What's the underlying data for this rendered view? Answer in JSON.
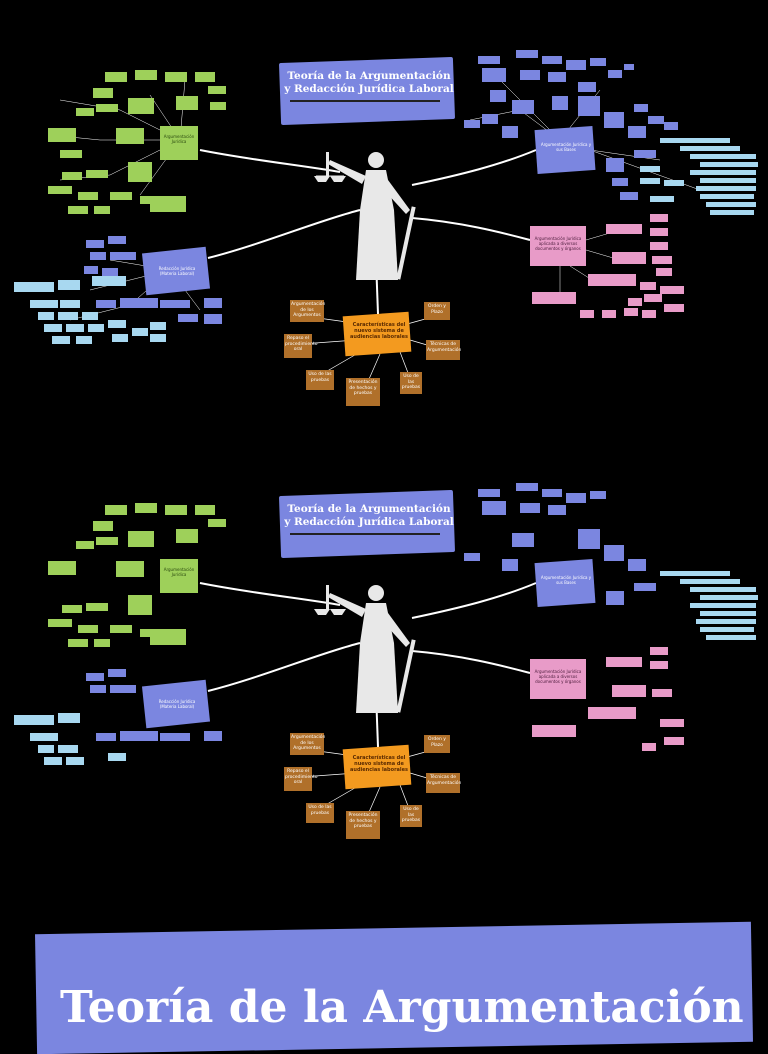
{
  "title_line1": "Teoría de la Argumentación",
  "title_line2": "y Redacción Jurídica Laboral",
  "center_topic": "Características del nuevo sistema de audiencias laborales",
  "orange_nodes": [
    {
      "id": "o1",
      "label": "Argumentación de los Argumentos"
    },
    {
      "id": "o2",
      "label": "Orden y Plazo"
    },
    {
      "id": "o3",
      "label": "Repaso el procedimiento oral"
    },
    {
      "id": "o4",
      "label": "Técnicas de Argumentación"
    },
    {
      "id": "o5",
      "label": "Uso de las pruebas"
    },
    {
      "id": "o6",
      "label": "Presentación de hechos y pruebas"
    },
    {
      "id": "o7",
      "label": "Uso de las pruebas"
    }
  ],
  "hub_labels": {
    "pink": "Argumentación Jurídica aplicada a diversos documentos y órganos",
    "blue": "Argumentación Jurídica y sus Bases",
    "lavender": "Redacción Jurídica (Materia Laboral)",
    "green": "Argumentación Jurídica"
  },
  "banner_title": "Teoría de la Argumentación",
  "colors": {
    "background": "#000000",
    "title_card": "#7b86e0",
    "green_branch": "#9ed05a",
    "blue_branch": "#7b86e0",
    "pink_branch": "#e89bc8",
    "orange_center": "#f39a1f",
    "orange_nodes": "#b0702a",
    "cyan_nodes": "#a8d8f0",
    "statue": "#e8e8e8"
  }
}
